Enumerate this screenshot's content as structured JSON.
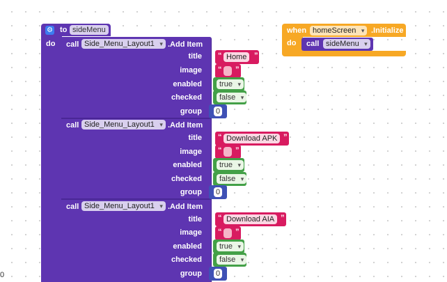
{
  "procedure": {
    "to_label": "to",
    "name": "sideMenu",
    "do_label": "do",
    "gear_icon": "gear-icon"
  },
  "calls": [
    {
      "call_label": "call",
      "component": "Side_Menu_Layout1",
      "method": ".Add Item",
      "title_label": "title",
      "title_value": "Home",
      "image_label": "image",
      "image_value": "",
      "enabled_label": "enabled",
      "enabled_value": "true",
      "checked_label": "checked",
      "checked_value": "false",
      "group_label": "group",
      "group_value": "0"
    },
    {
      "call_label": "call",
      "component": "Side_Menu_Layout1",
      "method": ".Add Item",
      "title_label": "title",
      "title_value": "Download APK",
      "image_label": "image",
      "image_value": "",
      "enabled_label": "enabled",
      "enabled_value": "true",
      "checked_label": "checked",
      "checked_value": "false",
      "group_label": "group",
      "group_value": "0"
    },
    {
      "call_label": "call",
      "component": "Side_Menu_Layout1",
      "method": ".Add Item",
      "title_label": "title",
      "title_value": "Download AIA",
      "image_label": "image",
      "image_value": "",
      "enabled_label": "enabled",
      "enabled_value": "true",
      "checked_label": "checked",
      "checked_value": "false",
      "group_label": "group",
      "group_value": "0"
    }
  ],
  "event": {
    "when_label": "when",
    "component": "homeScreen",
    "event_name": ".Initialize",
    "do_label": "do",
    "call_label": "call",
    "procedure": "sideMenu"
  },
  "edge_fragment": "0",
  "colors": {
    "procedure": "#5e35b1",
    "text": "#d81b60",
    "logic": "#43a047",
    "math": "#3f51b5",
    "event": "#f7a825"
  }
}
